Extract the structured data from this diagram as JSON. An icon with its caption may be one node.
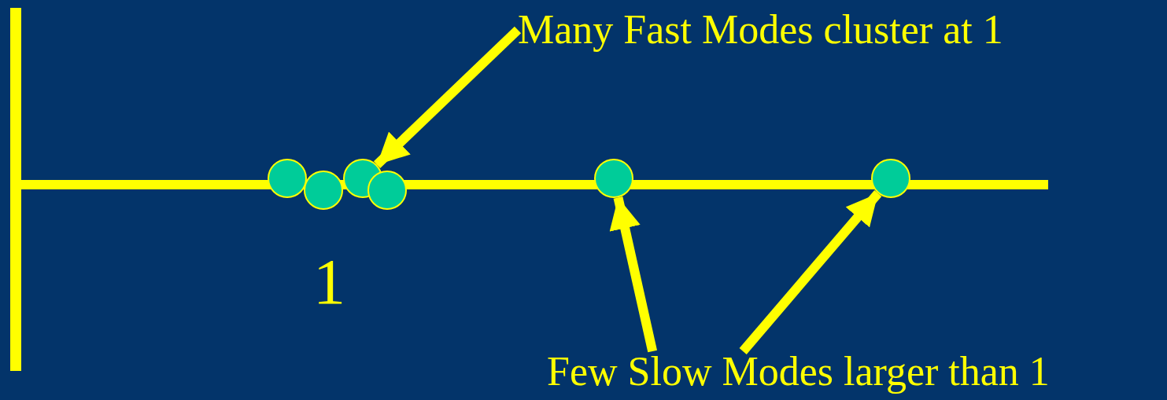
{
  "diagram": {
    "nodes": [
      {
        "text": [
          "Many Fast Modes cluster at 1"
        ]
      },
      {
        "text": [],
        "shape": "circle"
      },
      {
        "text": [],
        "shape": "circle"
      },
      {
        "text": [],
        "shape": "circle"
      },
      {
        "text": [],
        "shape": "circle"
      },
      {
        "text": [],
        "shape": "circle"
      },
      {
        "text": [],
        "shape": "circle"
      },
      {
        "text": [
          "Few Slow Modes larger than 1"
        ]
      }
    ],
    "edges": [
      {
        "from": 0,
        "to": 3,
        "arrow": "to"
      },
      {
        "from": 7,
        "to": 5,
        "arrow": "to"
      },
      {
        "from": 7,
        "to": 6,
        "arrow": "to"
      }
    ],
    "labels": [
      "1"
    ]
  }
}
